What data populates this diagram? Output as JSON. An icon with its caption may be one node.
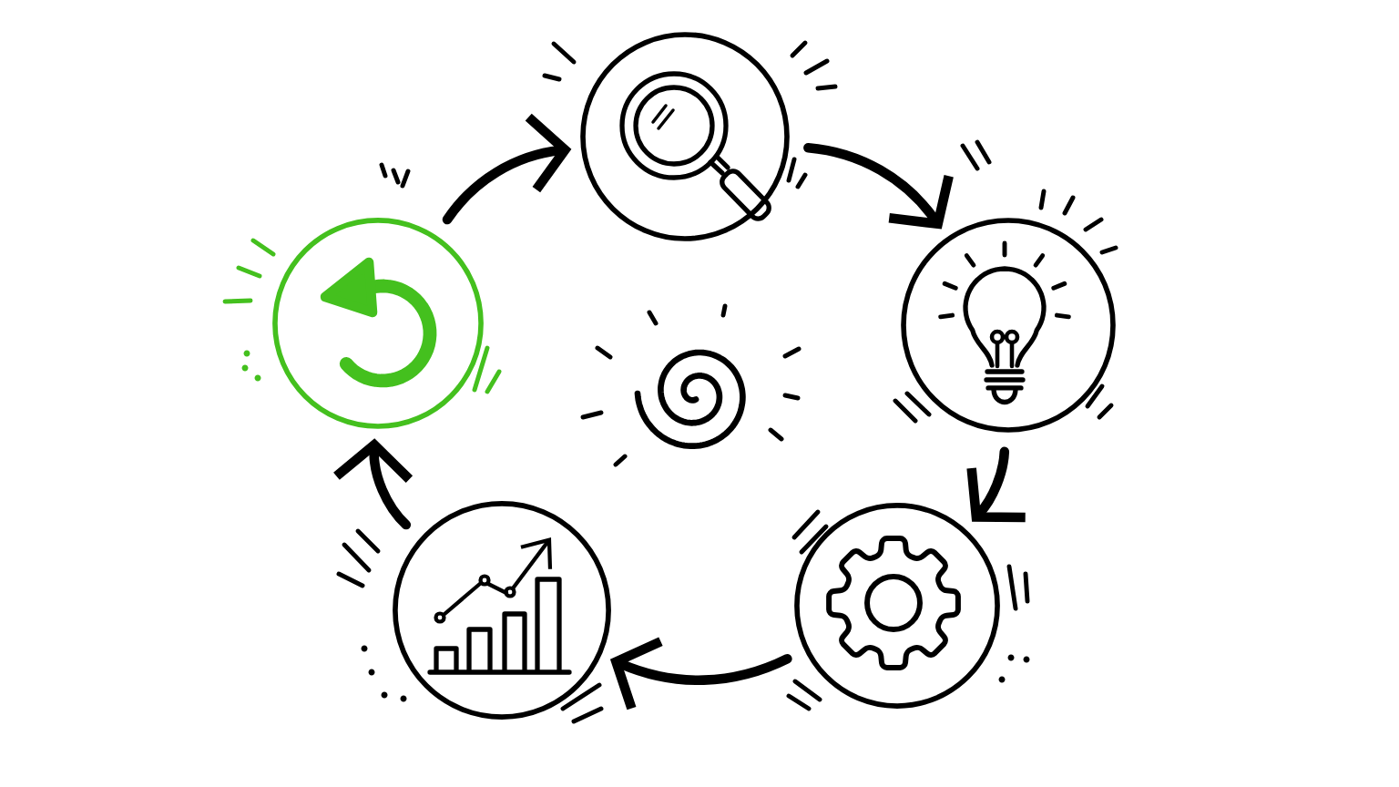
{
  "diagram": {
    "nodes": [
      {
        "text": [],
        "shape": "circle"
      },
      {
        "text": [],
        "shape": "circle"
      },
      {
        "text": [],
        "shape": "circle"
      },
      {
        "text": [],
        "shape": "circle"
      },
      {
        "text": [],
        "shape": "circle"
      }
    ],
    "edges": [
      {
        "from": 0,
        "to": 1,
        "arrow": "to"
      },
      {
        "from": 1,
        "to": 2,
        "arrow": "to"
      },
      {
        "from": 2,
        "to": 3,
        "arrow": "to"
      },
      {
        "from": 3,
        "to": 4,
        "arrow": "to"
      },
      {
        "from": 4,
        "to": 0,
        "arrow": "to"
      }
    ]
  }
}
